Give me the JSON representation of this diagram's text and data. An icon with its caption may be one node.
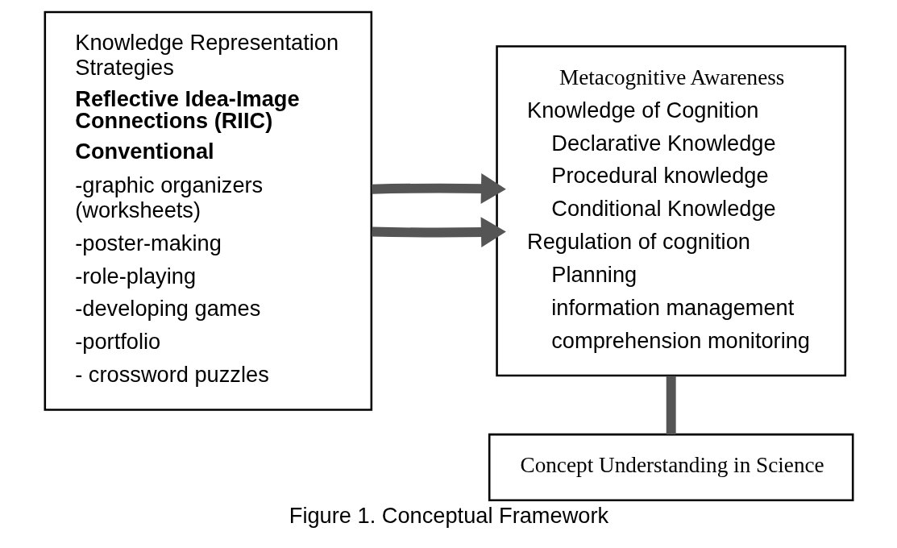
{
  "diagram": {
    "caption": "Figure 1. Conceptual Framework",
    "nodes": [
      {
        "text": [
          "Knowledge Representation Strategies",
          "Reflective Idea-Image Connections (RIIC)",
          "Conventional",
          "-graphic organizers (worksheets)",
          "-poster-making",
          "-role-playing",
          "-developing games",
          "-portfolio",
          "- crossword puzzles"
        ]
      },
      {
        "text": [
          "Metacognitive Awareness",
          "Knowledge of Cognition",
          "Declarative Knowledge",
          "Procedural knowledge",
          "Conditional Knowledge",
          "Regulation of cognition",
          "Planning",
          "information management",
          "comprehension monitoring"
        ]
      },
      {
        "text": [
          "Concept Understanding in Science"
        ]
      }
    ],
    "edges": [
      {
        "from": 0,
        "to": 1,
        "arrow": "to"
      },
      {
        "from": 0,
        "to": 1,
        "arrow": "to"
      },
      {
        "from": 1,
        "to": 2,
        "arrow": "none"
      }
    ]
  }
}
